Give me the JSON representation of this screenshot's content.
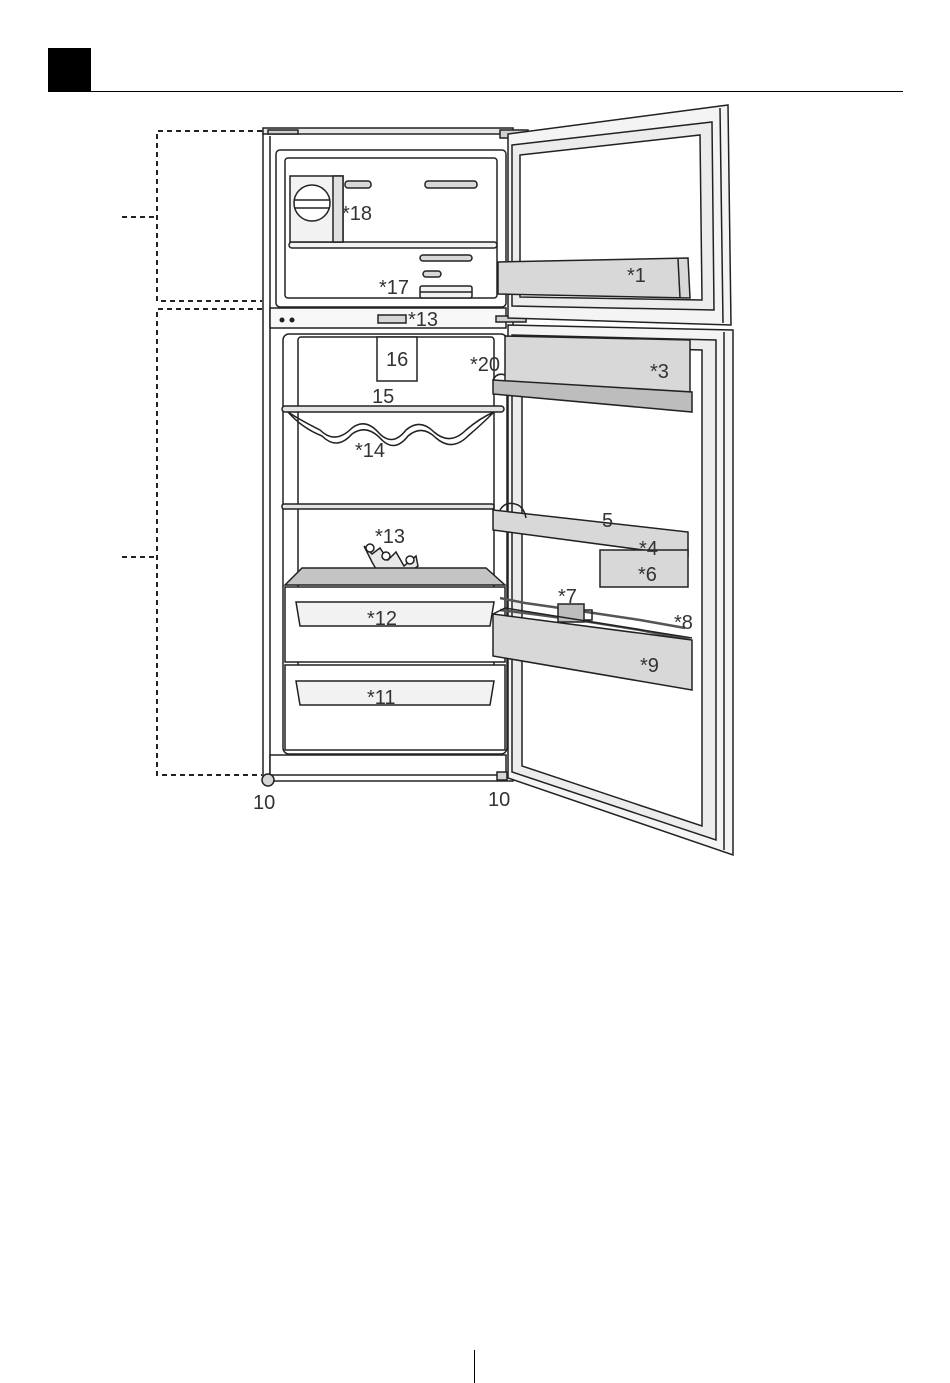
{
  "labels": {
    "l1": "*1",
    "l3": "*3",
    "l20": "*20",
    "l4": "*4",
    "l5": "5",
    "l6": "*6",
    "l7": "*7",
    "l8": "*8",
    "l9": "*9",
    "l10_left": "10",
    "l10_right": "10",
    "l11": "*11",
    "l12": "*12",
    "l13_top": "*13",
    "l13_mid": "*13",
    "l14": "*14",
    "l15": "15",
    "l16": "16",
    "l17": "*17",
    "l18": "*18"
  },
  "colors": {
    "line": "#222222",
    "fill_light": "#f2f2f2",
    "fill_mid": "#d6d6d6",
    "fill_dark": "#bdbdbd",
    "text": "#333333"
  }
}
